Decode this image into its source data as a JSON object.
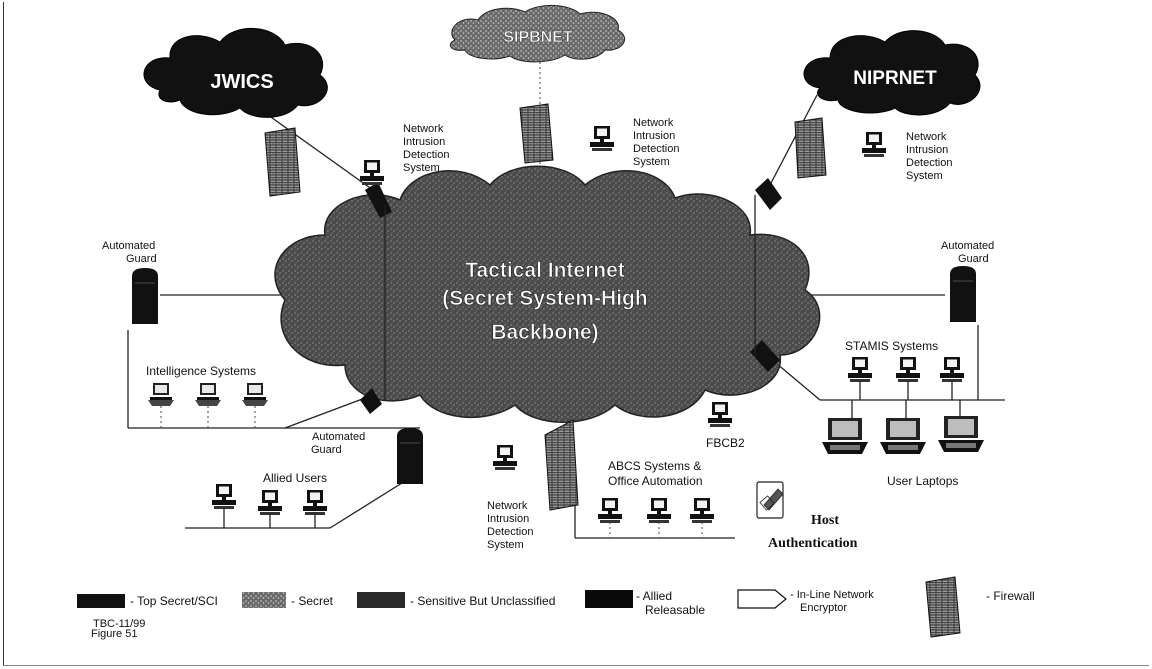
{
  "networks": {
    "jwics": "JWICS",
    "sipbnet": "SIPBNET",
    "niprnet": "NIPRNET",
    "tactical_line1": "Tactical Internet",
    "tactical_line2": "(Secret System-High",
    "tactical_line3": "Backbone)"
  },
  "labels": {
    "nids_line1": "Network",
    "nids_line2": "Intrusion",
    "nids_line3": "Detection",
    "nids_line4": "System",
    "guard_line1": "Automated",
    "guard_line2": "Guard",
    "intelligence_systems": "Intelligence Systems",
    "allied_users": "Allied Users",
    "stamis_systems": "STAMIS Systems",
    "user_laptops": "User Laptops",
    "fbcb2": "FBCB2",
    "abcs_line1": "ABCS Systems &",
    "abcs_line2": "Office Automation",
    "host_auth_line1": "Host",
    "host_auth_line2": "Authentication"
  },
  "legend": {
    "top_secret": "- Top Secret/SCI",
    "secret": "- Secret",
    "sbu": "- Sensitive But Unclassified",
    "allied_line1": "- Allied",
    "allied_line2": "Releasable",
    "encryptor_line1": "- In-Line Network",
    "encryptor_line2": "Encryptor",
    "firewall": "- Firewall"
  },
  "footer": {
    "doc_id": "TBC-11/99",
    "figure": "Figure 51"
  },
  "colors": {
    "top_secret": "#111111",
    "secret": "#6a6a6a",
    "sensitive": "#2a2a2a",
    "allied": "#0a0a0a",
    "cloud_fill": "#555555"
  }
}
